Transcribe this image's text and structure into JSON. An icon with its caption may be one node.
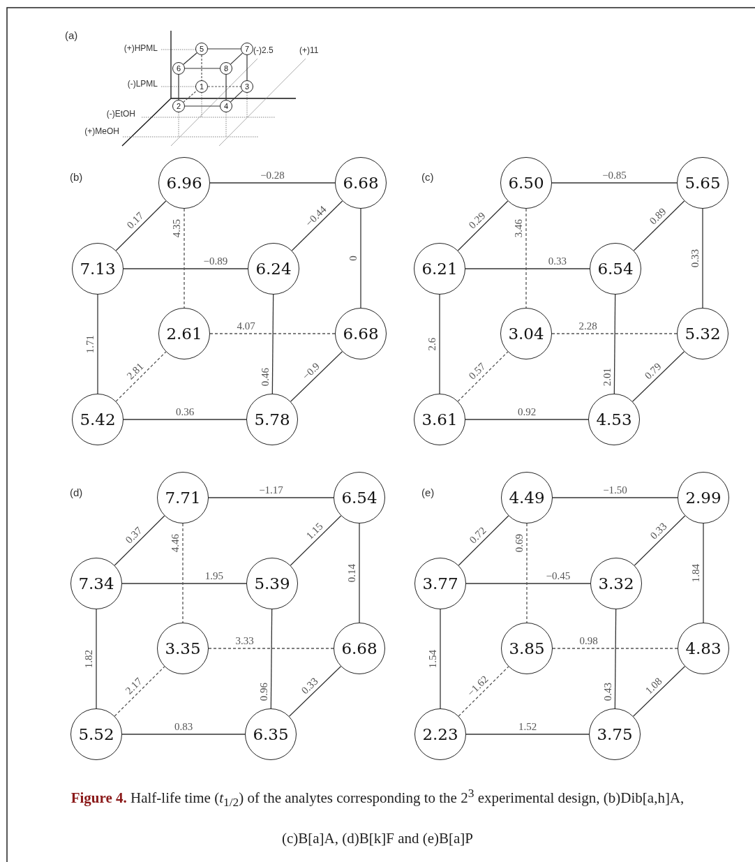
{
  "diagram": {
    "caption": "**Figure 4.** Half-life time (*t*$_{1/2}$) of the analytes  corresponding to the 2$^{3}$ experimental design, (b)Dib[a,h]A, (c)B[a]A, (d)B[k]F and (e)B[a]P",
    "nodes": [
      {
        "text": [
          "5"
        ]
      },
      {
        "text": [
          "7"
        ]
      },
      {
        "text": [
          "6"
        ]
      },
      {
        "text": [
          "8"
        ]
      },
      {
        "text": [
          "1"
        ]
      },
      {
        "text": [
          "3"
        ]
      },
      {
        "text": [
          "2"
        ]
      },
      {
        "text": [
          "4"
        ]
      },
      {
        "text": [
          "6.96"
        ]
      },
      {
        "text": [
          "6.68"
        ]
      },
      {
        "text": [
          "7.13"
        ]
      },
      {
        "text": [
          "6.24"
        ]
      },
      {
        "text": [
          "2.61"
        ]
      },
      {
        "text": [
          "6.68"
        ]
      },
      {
        "text": [
          "5.42"
        ]
      },
      {
        "text": [
          "5.78"
        ]
      },
      {
        "text": [
          "6.50"
        ]
      },
      {
        "text": [
          "5.65"
        ]
      },
      {
        "text": [
          "6.21"
        ]
      },
      {
        "text": [
          "6.54"
        ]
      },
      {
        "text": [
          "3.04"
        ]
      },
      {
        "text": [
          "5.32"
        ]
      },
      {
        "text": [
          "3.61"
        ]
      },
      {
        "text": [
          "4.53"
        ]
      },
      {
        "text": [
          "7.71"
        ]
      },
      {
        "text": [
          "6.54"
        ]
      },
      {
        "text": [
          "7.34"
        ]
      },
      {
        "text": [
          "5.39"
        ]
      },
      {
        "text": [
          "3.35"
        ]
      },
      {
        "text": [
          "6.68"
        ]
      },
      {
        "text": [
          "5.52"
        ]
      },
      {
        "text": [
          "6.35"
        ]
      },
      {
        "text": [
          "4.49"
        ]
      },
      {
        "text": [
          "2.99"
        ]
      },
      {
        "text": [
          "3.77"
        ]
      },
      {
        "text": [
          "3.32"
        ]
      },
      {
        "text": [
          "3.85"
        ]
      },
      {
        "text": [
          "4.83"
        ]
      },
      {
        "text": [
          "2.23"
        ]
      },
      {
        "text": [
          "3.75"
        ]
      }
    ],
    "edges": [
      {
        "from": 0,
        "to": 1,
        "arrow": "none"
      },
      {
        "from": 2,
        "to": 0,
        "arrow": "none"
      },
      {
        "from": 3,
        "to": 1,
        "arrow": "none"
      },
      {
        "from": 2,
        "to": 3,
        "arrow": "none"
      },
      {
        "from": 0,
        "to": 4,
        "arrow": "none",
        "style": "dashed"
      },
      {
        "from": 1,
        "to": 5,
        "arrow": "none"
      },
      {
        "from": 2,
        "to": 6,
        "arrow": "none"
      },
      {
        "from": 3,
        "to": 7,
        "arrow": "none"
      },
      {
        "from": 4,
        "to": 5,
        "arrow": "none",
        "style": "dashed"
      },
      {
        "from": 6,
        "to": 4,
        "arrow": "none",
        "style": "dashed"
      },
      {
        "from": 6,
        "to": 7,
        "arrow": "none"
      },
      {
        "from": 7,
        "to": 5,
        "arrow": "none"
      },
      {
        "from": 8,
        "to": 9,
        "arrow": "none",
        "label": "−0.28"
      },
      {
        "from": 10,
        "to": 8,
        "arrow": "none",
        "label": "0.17"
      },
      {
        "from": 11,
        "to": 9,
        "arrow": "none",
        "label": "−0.44"
      },
      {
        "from": 10,
        "to": 11,
        "arrow": "none",
        "label": "−0.89"
      },
      {
        "from": 8,
        "to": 12,
        "arrow": "none",
        "style": "dashed",
        "label": "4.35"
      },
      {
        "from": 9,
        "to": 13,
        "arrow": "none",
        "label": "0"
      },
      {
        "from": 10,
        "to": 14,
        "arrow": "none",
        "label": "1.71"
      },
      {
        "from": 11,
        "to": 15,
        "arrow": "none",
        "label": "0.46"
      },
      {
        "from": 12,
        "to": 13,
        "arrow": "none",
        "style": "dashed",
        "label": "4.07"
      },
      {
        "from": 14,
        "to": 12,
        "arrow": "none",
        "style": "dashed",
        "label": "2.81"
      },
      {
        "from": 14,
        "to": 15,
        "arrow": "none",
        "label": "0.36"
      },
      {
        "from": 15,
        "to": 13,
        "arrow": "none",
        "label": "−0.9"
      },
      {
        "from": 16,
        "to": 17,
        "arrow": "none",
        "label": "−0.85"
      },
      {
        "from": 18,
        "to": 16,
        "arrow": "none",
        "label": "0.29"
      },
      {
        "from": 19,
        "to": 17,
        "arrow": "none",
        "label": "0.89"
      },
      {
        "from": 18,
        "to": 19,
        "arrow": "none",
        "label": "0.33"
      },
      {
        "from": 16,
        "to": 20,
        "arrow": "none",
        "style": "dashed",
        "label": "3.46"
      },
      {
        "from": 17,
        "to": 21,
        "arrow": "none",
        "label": "0.33"
      },
      {
        "from": 18,
        "to": 22,
        "arrow": "none",
        "label": "2.6"
      },
      {
        "from": 19,
        "to": 23,
        "arrow": "none",
        "label": "2.01"
      },
      {
        "from": 20,
        "to": 21,
        "arrow": "none",
        "style": "dashed",
        "label": "2.28"
      },
      {
        "from": 22,
        "to": 20,
        "arrow": "none",
        "style": "dashed",
        "label": "0.57"
      },
      {
        "from": 22,
        "to": 23,
        "arrow": "none",
        "label": "0.92"
      },
      {
        "from": 23,
        "to": 21,
        "arrow": "none",
        "label": "0.79"
      },
      {
        "from": 24,
        "to": 25,
        "arrow": "none",
        "label": "−1.17"
      },
      {
        "from": 26,
        "to": 24,
        "arrow": "none",
        "label": "0.37"
      },
      {
        "from": 27,
        "to": 25,
        "arrow": "none",
        "label": "1.15"
      },
      {
        "from": 26,
        "to": 27,
        "arrow": "none",
        "label": "1.95"
      },
      {
        "from": 24,
        "to": 28,
        "arrow": "none",
        "style": "dashed",
        "label": "4.46"
      },
      {
        "from": 25,
        "to": 29,
        "arrow": "none",
        "label": "0.14"
      },
      {
        "from": 26,
        "to": 30,
        "arrow": "none",
        "label": "1.82"
      },
      {
        "from": 27,
        "to": 31,
        "arrow": "none",
        "label": "0.96"
      },
      {
        "from": 28,
        "to": 29,
        "arrow": "none",
        "style": "dashed",
        "label": "3.33"
      },
      {
        "from": 30,
        "to": 28,
        "arrow": "none",
        "style": "dashed",
        "label": "2.17"
      },
      {
        "from": 30,
        "to": 31,
        "arrow": "none",
        "label": "0.83"
      },
      {
        "from": 31,
        "to": 29,
        "arrow": "none",
        "label": "0.33"
      },
      {
        "from": 32,
        "to": 33,
        "arrow": "none",
        "label": "−1.50"
      },
      {
        "from": 34,
        "to": 32,
        "arrow": "none",
        "label": "0.72"
      },
      {
        "from": 35,
        "to": 33,
        "arrow": "none",
        "label": "0.33"
      },
      {
        "from": 34,
        "to": 35,
        "arrow": "none",
        "label": "−0.45"
      },
      {
        "from": 32,
        "to": 36,
        "arrow": "none",
        "style": "dashed",
        "label": "0.69"
      },
      {
        "from": 33,
        "to": 37,
        "arrow": "none",
        "label": "1.84"
      },
      {
        "from": 34,
        "to": 38,
        "arrow": "none",
        "label": "1.54"
      },
      {
        "from": 35,
        "to": 39,
        "arrow": "none",
        "label": "0.43"
      },
      {
        "from": 36,
        "to": 37,
        "arrow": "none",
        "style": "dashed",
        "label": "0.98"
      },
      {
        "from": 38,
        "to": 36,
        "arrow": "none",
        "style": "dashed",
        "label": "−1.62"
      },
      {
        "from": 38,
        "to": 39,
        "arrow": "none",
        "label": "1.52"
      },
      {
        "from": 39,
        "to": 37,
        "arrow": "none",
        "label": "1.08"
      }
    ],
    "labels": [
      "(a)",
      "(+)HPML",
      "(-)2.5",
      "(+)11",
      "(-)LPML",
      "(-)EtOH",
      "(+)MeOH",
      "(b)",
      "(c)",
      "(d)",
      "(e)"
    ]
  }
}
